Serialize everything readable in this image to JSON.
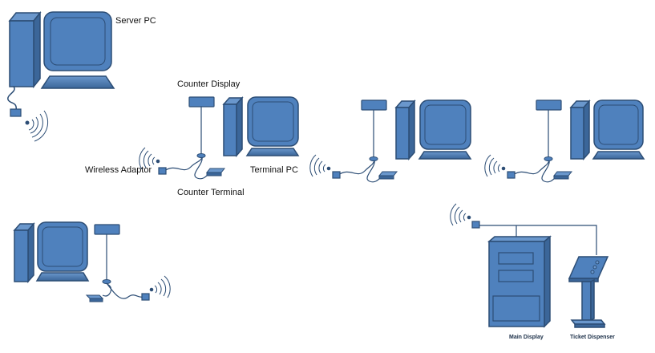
{
  "labels": {
    "server_pc": "Server PC",
    "counter_display": "Counter Display",
    "wireless_adaptor": "Wireless Adaptor",
    "terminal_pc": "Terminal PC",
    "counter_terminal": "Counter Terminal",
    "main_display": "Main Display",
    "ticket_dispenser": "Ticket Dispenser"
  },
  "colors": {
    "fill": "#4f81bd",
    "fill_dark": "#3b6699",
    "fill_light": "#6a97cc",
    "stroke": "#2c4d75",
    "cable": "#2c4d75",
    "label": "#111111"
  },
  "icons": {
    "computer": "desktop-computer-icon",
    "display": "counter-display-icon",
    "terminal": "counter-terminal-icon",
    "adaptor": "wireless-adaptor-icon",
    "signal": "wireless-signal-icon",
    "main_display": "main-display-icon",
    "dispenser": "ticket-dispenser-icon"
  }
}
